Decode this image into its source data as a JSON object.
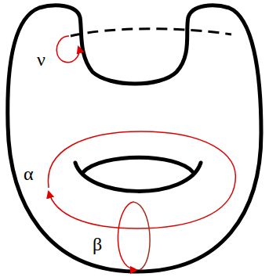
{
  "diagram": {
    "labels": [
      "ν",
      "α",
      "β"
    ]
  }
}
